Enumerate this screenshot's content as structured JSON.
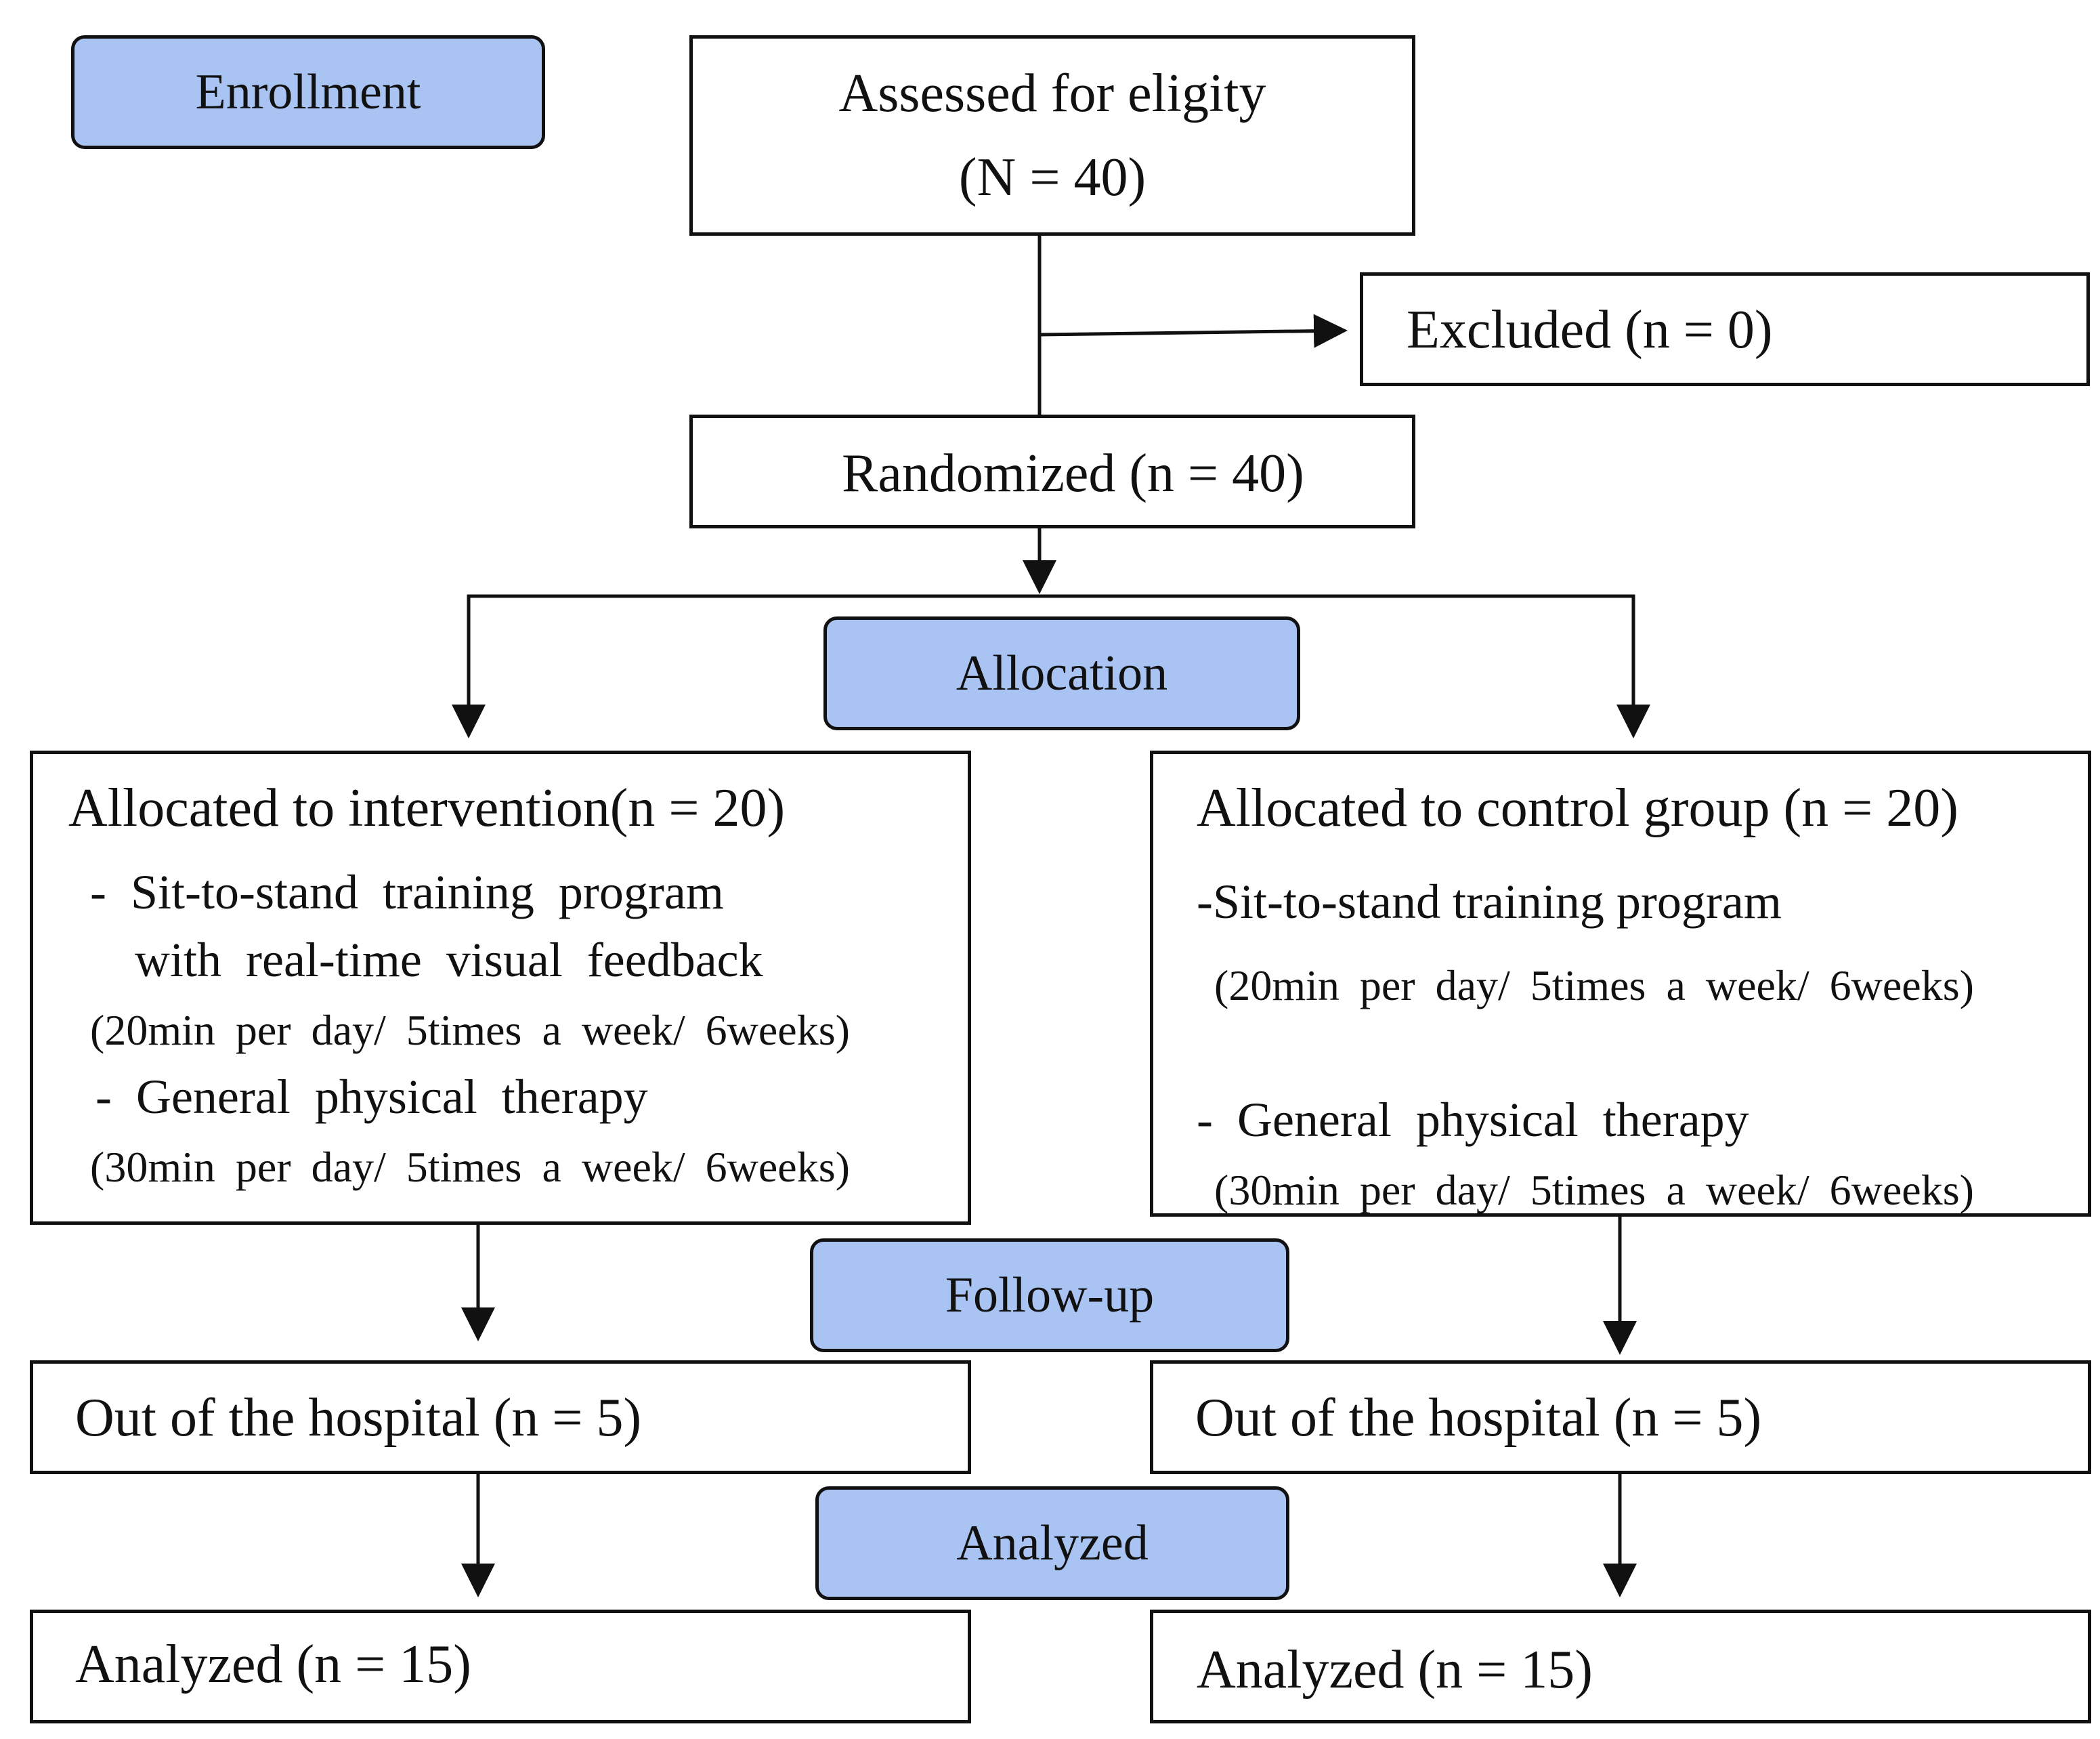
{
  "stages": {
    "enrollment": "Enrollment",
    "allocation": "Allocation",
    "follow_up": "Follow-up",
    "analyzed": "Analyzed"
  },
  "assessed": {
    "line1": "Assessed for eligity",
    "line2": "(N = 40)"
  },
  "excluded": "Excluded (n = 0)",
  "randomized": "Randomized (n = 40)",
  "intervention": {
    "title": "Allocated to intervention(n = 20)",
    "item1_line1": "- Sit-to-stand training program",
    "item1_line2": "with real-time visual feedback",
    "item1_schedule": "(20min per day/ 5times a week/ 6weeks)",
    "item2_line1": "- General physical therapy",
    "item2_schedule": "(30min per day/ 5times a week/ 6weeks)",
    "followup": "Out of the hospital (n = 5)",
    "analyzed": "Analyzed (n = 15)"
  },
  "control": {
    "title": "Allocated to control group (n = 20)",
    "item1_line1": "-Sit-to-stand training program",
    "item1_schedule": "(20min per day/ 5times a week/ 6weeks)",
    "item2_line1": "- General physical therapy",
    "item2_schedule": "(30min per day/ 5times a week/ 6weeks)",
    "followup": "Out of the hospital (n = 5)",
    "analyzed": "Analyzed (n = 15)"
  }
}
